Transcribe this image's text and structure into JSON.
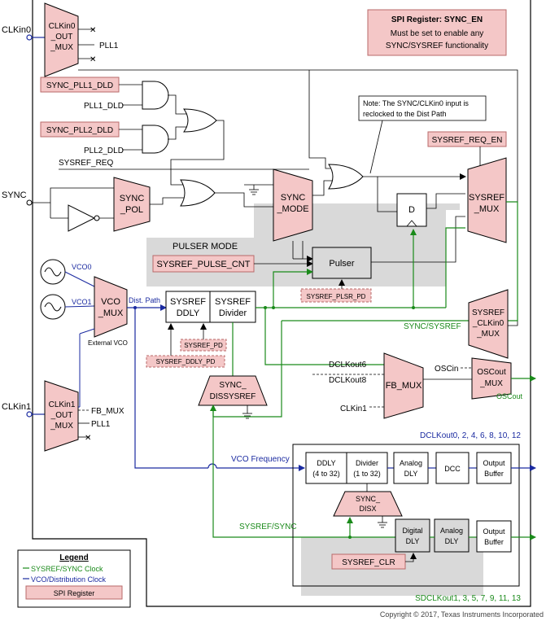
{
  "colors": {
    "register_fill": "#f4c7c7",
    "register_stroke": "#b86a6a",
    "green": "#1a8a1a",
    "blue": "#1a2aa0",
    "gray_region": "#d9d9d9"
  },
  "inputs": {
    "clkin0": "CLKin0",
    "clkin1": "CLKin1",
    "sync": "SYNC"
  },
  "spi_note": {
    "title": "SPI Register: SYNC_EN",
    "line1": "Must be set to enable any",
    "line2": "SYNC/SYSREF functionality"
  },
  "note_box": {
    "line1": "Note: The SYNC/CLKin0 input is",
    "line2": "reclocked to the Dist Path"
  },
  "registers": {
    "sync_pll1_dld": "SYNC_PLL1_DLD",
    "sync_pll2_dld": "SYNC_PLL2_DLD",
    "sysref_req_en": "SYSREF_REQ_EN",
    "sysref_pulse_cnt": "SYSREF_PULSE_CNT",
    "sysref_plsr_pd": "SYSREF_PLSR_PD",
    "sysref_pd": "SYSREF_PD",
    "sysref_ddly_pd": "SYSREF_DDLY_PD",
    "sysref_clr": "SYSREF_CLR"
  },
  "signals": {
    "pll1_dld": "PLL1_DLD",
    "pll2_dld": "PLL2_DLD",
    "sysref_req": "SYSREF_REQ",
    "pll1": "PLL1",
    "pll1_b": "PLL1",
    "fb_mux_out": "FB_MUX",
    "vco0": "VCO0",
    "vco1": "VCO1",
    "external_vco": "External VCO",
    "dist_path": "Dist. Path",
    "sync_sysref": "SYNC/SYSREF",
    "vco_frequency": "VCO Frequency",
    "sysref_sync": "SYSREF/SYNC",
    "dclkout6": "DCLKout6",
    "dclkout8": "DCLKout8",
    "clkin1_fb": "CLKin1",
    "oscin": "OSCin",
    "oscout": "OSCout",
    "dclkout_list": "DCLKout0, 2, 4, 6, 8, 10, 12",
    "sdclkout_list": "SDCLKout1, 3, 5, 7, 9, 11, 13",
    "d_flop": "D",
    "pulser_mode": "PULSER MODE"
  },
  "blocks": {
    "clkin0_mux": [
      "CLKin0",
      "_OUT",
      "_MUX"
    ],
    "clkin1_mux": [
      "CLKin1",
      "_OUT",
      "_MUX"
    ],
    "vco_mux": [
      "VCO",
      "_MUX"
    ],
    "sync_pol": [
      "SYNC",
      "_POL"
    ],
    "sync_mode": [
      "SYNC",
      "_MODE"
    ],
    "sysref_mux": [
      "SYSREF",
      "_MUX"
    ],
    "sysref_clkin0_mux": [
      "SYSREF",
      "_CLKin0",
      "_MUX"
    ],
    "pulser": "Pulser",
    "sysref_ddly": [
      "SYSREF",
      "DDLY"
    ],
    "sysref_divider": [
      "SYSREF",
      "Divider"
    ],
    "sync_dissysref": [
      "SYNC_",
      "DISSYSREF"
    ],
    "fb_mux": "FB_MUX",
    "oscout_mux": [
      "OSCout",
      "_MUX"
    ],
    "ddly": [
      "DDLY",
      "(4 to 32)"
    ],
    "divider": [
      "Divider",
      "(1 to 32)"
    ],
    "analog_dly_top": [
      "Analog",
      "DLY"
    ],
    "dcc": "DCC",
    "output_buffer_top": [
      "Output",
      "Buffer"
    ],
    "sync_disx": [
      "SYNC_",
      "DISX"
    ],
    "digital_dly": [
      "Digital",
      "DLY"
    ],
    "analog_dly_bot": [
      "Analog",
      "DLY"
    ],
    "output_buffer_bot": [
      "Output",
      "Buffer"
    ]
  },
  "legend": {
    "title": "Legend",
    "green_item": "SYSREF/SYNC Clock",
    "blue_item": "VCO/Distribution Clock",
    "register_item": "SPI Register"
  },
  "copyright": "Copyright © 2017, Texas Instruments Incorporated"
}
